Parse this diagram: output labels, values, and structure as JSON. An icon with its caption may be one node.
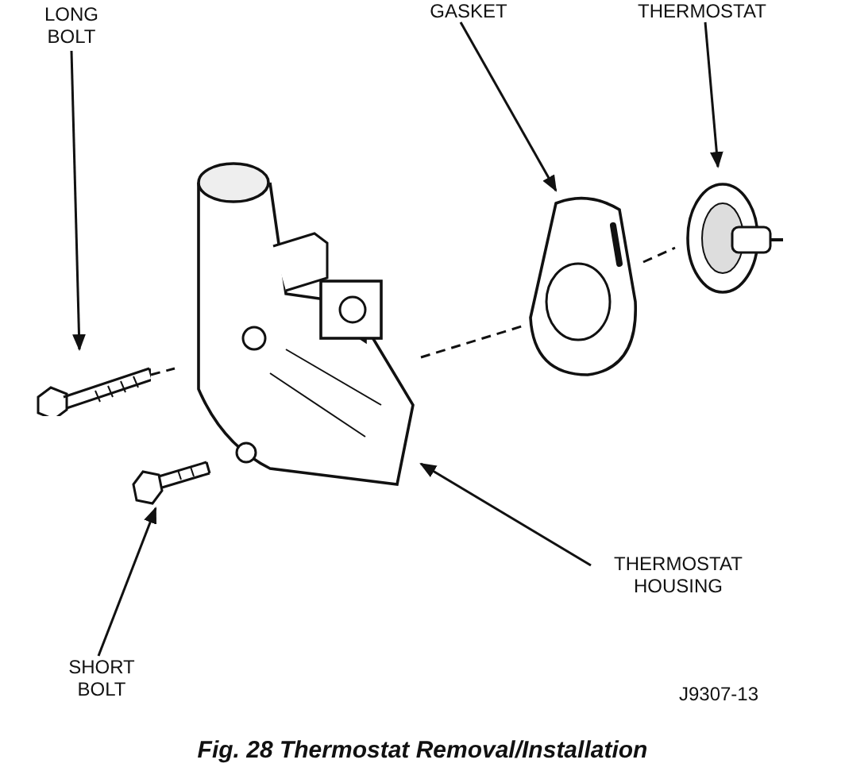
{
  "diagram": {
    "caption": "Fig. 28 Thermostat Removal/Installation",
    "nodes": [
      {
        "text": [
          "LONG BOLT"
        ]
      },
      {
        "text": [
          "GASKET"
        ]
      },
      {
        "text": [
          "THERMOSTAT"
        ]
      },
      {
        "text": [
          "THERMOSTAT HOUSING"
        ]
      },
      {
        "text": [
          "SHORT BOLT"
        ]
      },
      {
        "text": [],
        "shape": "picture"
      },
      {
        "text": [],
        "shape": "picture"
      },
      {
        "text": [],
        "shape": "picture"
      },
      {
        "text": [],
        "shape": "picture"
      },
      {
        "text": [],
        "shape": "picture"
      }
    ],
    "edges": [
      {
        "from": 0,
        "to": 5,
        "arrow": "to"
      },
      {
        "from": 1,
        "to": 6,
        "arrow": "to"
      },
      {
        "from": 2,
        "to": 7,
        "arrow": "to"
      },
      {
        "from": 3,
        "to": 8,
        "arrow": "to"
      },
      {
        "from": 4,
        "to": 9,
        "arrow": "to"
      },
      {
        "from": 5,
        "to": 8,
        "arrow": "none",
        "style": "dashed"
      },
      {
        "from": 8,
        "to": 6,
        "arrow": "none",
        "style": "dashed"
      },
      {
        "from": 6,
        "to": 7,
        "arrow": "none",
        "style": "dashed"
      }
    ],
    "labels": [
      "J9307-13"
    ]
  }
}
